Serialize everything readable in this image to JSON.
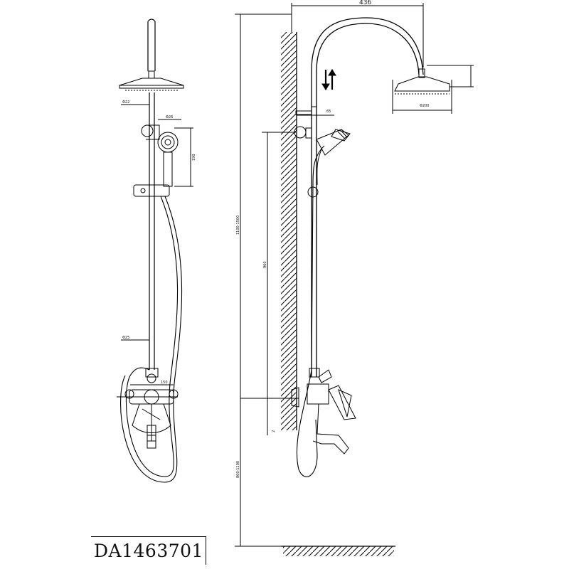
{
  "drawing": {
    "product_code": "DA1463701",
    "front_view": {
      "dim_top_tube_diameter": "Φ22",
      "dim_handshower_diameter": "Φ26",
      "dim_handshower_height": "190",
      "dim_bar_diameter": "Φ25",
      "dim_mixer_center": "150"
    },
    "side_view": {
      "dim_arm_reach": "436",
      "dim_head_diameter": "Φ200",
      "dim_wall_offset": "65",
      "dim_total_height": "1100-1500",
      "dim_bar_height": "960",
      "dim_mixer_height": "800-1100",
      "dim_wall_gap": "2"
    }
  }
}
